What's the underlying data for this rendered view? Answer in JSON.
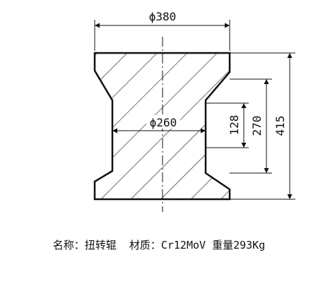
{
  "drawing": {
    "dimensions": {
      "top_diameter": "ϕ380",
      "waist_diameter": "ϕ260",
      "inner_height": "128",
      "mid_height": "270",
      "overall_height": "415"
    },
    "caption": "名称：扭转辊  材质：Cr12MoV 重量293Kg"
  },
  "colors": {
    "line": "#111111",
    "background": "#ffffff"
  }
}
